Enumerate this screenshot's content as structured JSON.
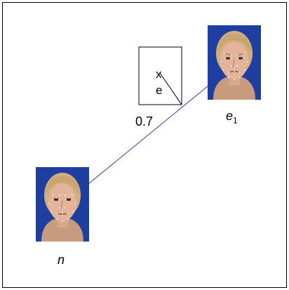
{
  "diagram": {
    "nodes": [
      {
        "id": "n",
        "label": "n",
        "kind": "neutral-face-photo"
      },
      {
        "id": "e1",
        "label": "e",
        "subscript": "1",
        "kind": "expression-face-photo"
      }
    ],
    "edges": [
      {
        "from": "n",
        "to": "e1",
        "weight_label": "0.7",
        "color": "#3a3aa8"
      }
    ],
    "glyph": {
      "top_letter": "x",
      "bottom_letter": "e"
    },
    "colors": {
      "photo_background": "#1e3fa0",
      "skin": "#e3b39a",
      "hair": "#d2b07e",
      "landmark": "#ffffff"
    }
  }
}
